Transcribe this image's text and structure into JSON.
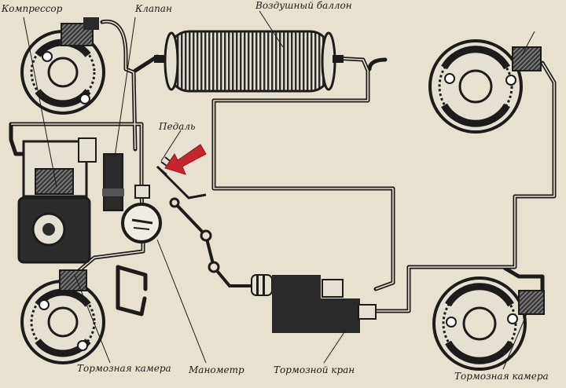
{
  "labels": {
    "compressor": "Компрессор",
    "valve": "Клапан",
    "air_tank": "Воздушный баллон",
    "pedal": "Педаль",
    "brake_chamber_left": "Тормозная камера",
    "gauge": "Манометр",
    "brake_valve": "Тормозной кран",
    "brake_chamber_right": "Тормозная камера"
  },
  "colors": {
    "paper": "#e9e1cf",
    "ink": "#1c1c1c",
    "arrow": "#c8242b"
  }
}
